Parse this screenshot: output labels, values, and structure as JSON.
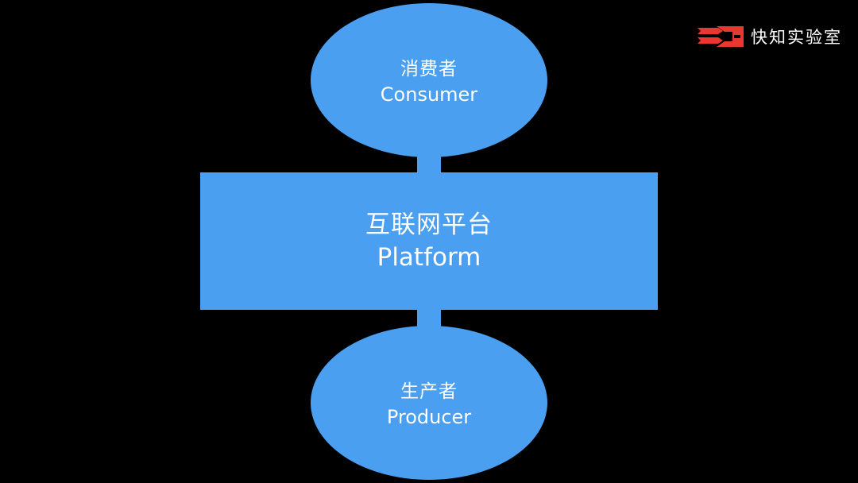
{
  "brand": {
    "name": "快知实验室",
    "logo_icon": "red-stacked-chevrons-logo",
    "logo_color": "#e8382f"
  },
  "diagram": {
    "node_color": "#4a9ff0",
    "background_color": "#000000",
    "text_color": "#ffffff",
    "nodes": {
      "consumer": {
        "label_cn": "消费者",
        "label_en": "Consumer"
      },
      "platform": {
        "label_cn": "互联网平台",
        "label_en": "Platform"
      },
      "producer": {
        "label_cn": "生产者",
        "label_en": "Producer"
      }
    }
  }
}
